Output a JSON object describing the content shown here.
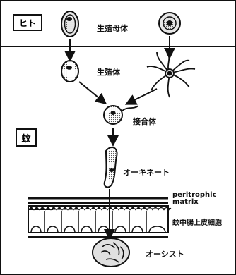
{
  "host_label": "ヒト",
  "mosquito_label": "蚊",
  "labels": {
    "gametocyte": "生殖母体",
    "gamete": "生殖体",
    "zygote": "接合体",
    "ookinete": "オーキネート",
    "peritrophic_matrix_line1": "peritrophic",
    "peritrophic_matrix_line2": "matrix",
    "midgut_epithelium": "蚊中腸上皮細胞",
    "oocyst": "オーシスト"
  }
}
